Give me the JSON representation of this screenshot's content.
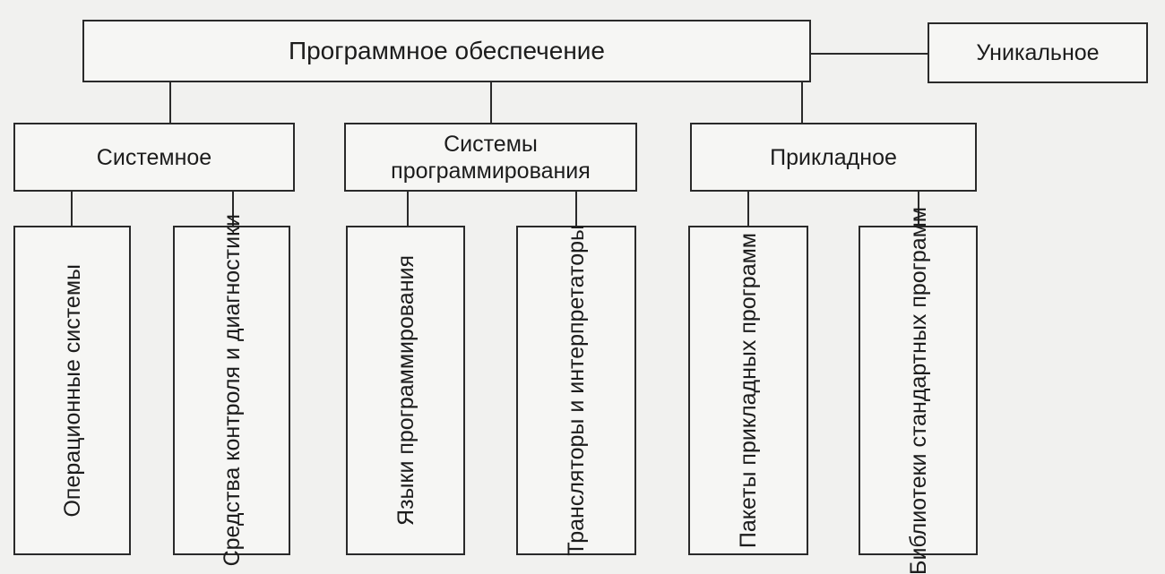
{
  "root": {
    "label": "Программное обеспечение"
  },
  "extra": {
    "label": "Уникальное"
  },
  "categories": [
    {
      "label": "Системное"
    },
    {
      "label": "Системы\nпрограммирования"
    },
    {
      "label": "Прикладное"
    }
  ],
  "leaves": [
    {
      "label": "Операционные\nсистемы"
    },
    {
      "label": "Средства контроля\nи диагностики"
    },
    {
      "label": "Языки\nпрограммирования"
    },
    {
      "label": "Трансляторы\nи интерпретаторы"
    },
    {
      "label": "Пакеты прикладных\nпрограмм"
    },
    {
      "label": "Библиотеки стандартных\nпрограмм"
    }
  ],
  "colors": {
    "line": "#2a2a2a",
    "background": "#f1f1ef"
  }
}
